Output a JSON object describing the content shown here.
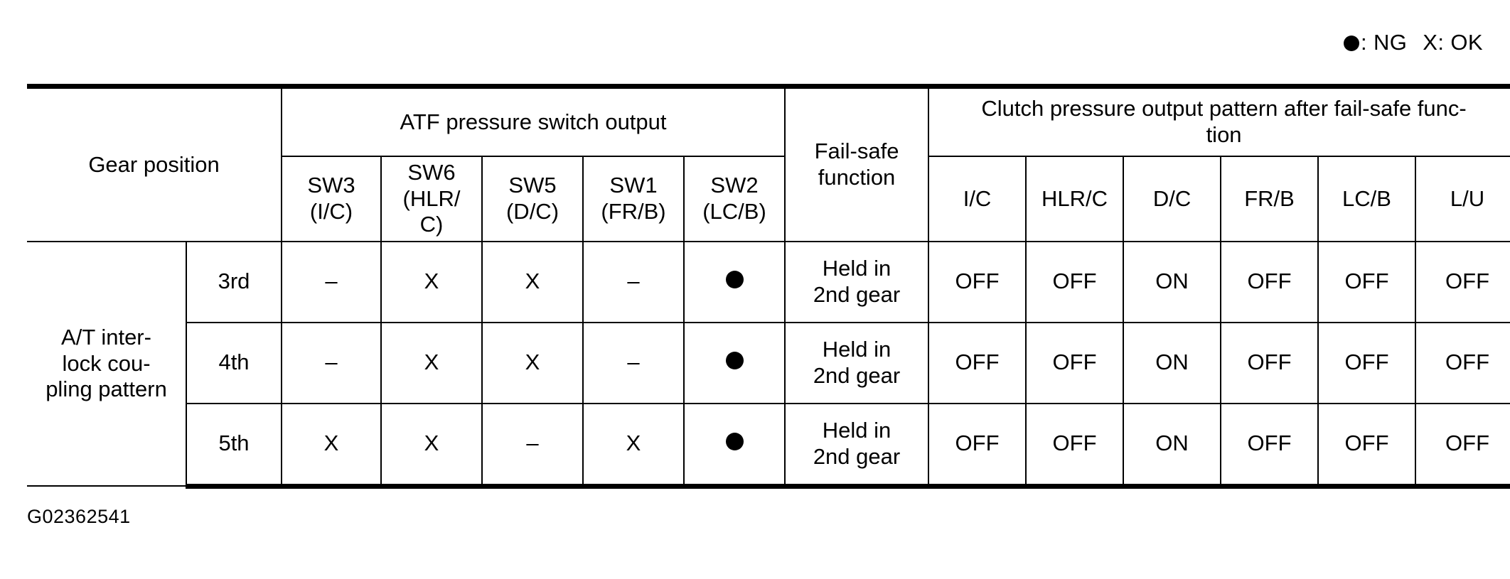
{
  "legend": {
    "ng_symbol": "●",
    "ng_label": ": NG",
    "ok_label": "X: OK",
    "full_text": "●: NG  X: OK"
  },
  "table": {
    "gear_position_header": "Gear position",
    "atf_group_header": "ATF pressure switch output",
    "failsafe_header_line1": "Fail-safe",
    "failsafe_header_line2": "function",
    "clutch_group_header_line1": "Clutch pressure output pattern after fail-safe func-",
    "clutch_group_header_line2": "tion",
    "switch_columns": [
      {
        "name": "SW3",
        "circuit": "(I/C)"
      },
      {
        "name": "SW6",
        "circuit": "(HLR/",
        "circuit2": "C)"
      },
      {
        "name": "SW5",
        "circuit": "(D/C)"
      },
      {
        "name": "SW1",
        "circuit": "(FR/B)"
      },
      {
        "name": "SW2",
        "circuit": "(LC/B)"
      }
    ],
    "clutch_columns": [
      "I/C",
      "HLR/C",
      "D/C",
      "FR/B",
      "LC/B",
      "L/U"
    ],
    "row_group_label_line1": "A/T inter-",
    "row_group_label_line2": "lock cou-",
    "row_group_label_line3": "pling pattern",
    "rows": [
      {
        "gear": "3rd",
        "switches": [
          "–",
          "X",
          "X",
          "–",
          "●"
        ],
        "failsafe_line1": "Held in",
        "failsafe_line2": "2nd gear",
        "clutch": [
          "OFF",
          "OFF",
          "ON",
          "OFF",
          "OFF",
          "OFF"
        ]
      },
      {
        "gear": "4th",
        "switches": [
          "–",
          "X",
          "X",
          "–",
          "●"
        ],
        "failsafe_line1": "Held in",
        "failsafe_line2": "2nd gear",
        "clutch": [
          "OFF",
          "OFF",
          "ON",
          "OFF",
          "OFF",
          "OFF"
        ]
      },
      {
        "gear": "5th",
        "switches": [
          "X",
          "X",
          "–",
          "X",
          "●"
        ],
        "failsafe_line1": "Held in",
        "failsafe_line2": "2nd gear",
        "clutch": [
          "OFF",
          "OFF",
          "ON",
          "OFF",
          "OFF",
          "OFF"
        ]
      }
    ]
  },
  "caption": "G02362541"
}
